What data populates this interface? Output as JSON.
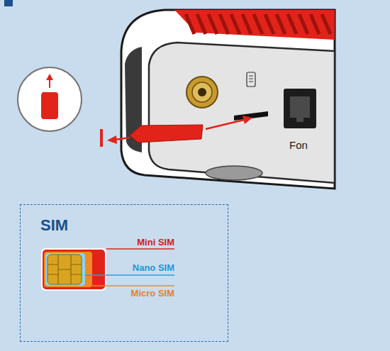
{
  "diagram": {
    "nodes": [
      {
        "text": [
          "SIM"
        ]
      }
    ],
    "labels": [
      "Fon",
      "Mini SIM",
      "Nano SIM",
      "Micro SIM"
    ]
  }
}
